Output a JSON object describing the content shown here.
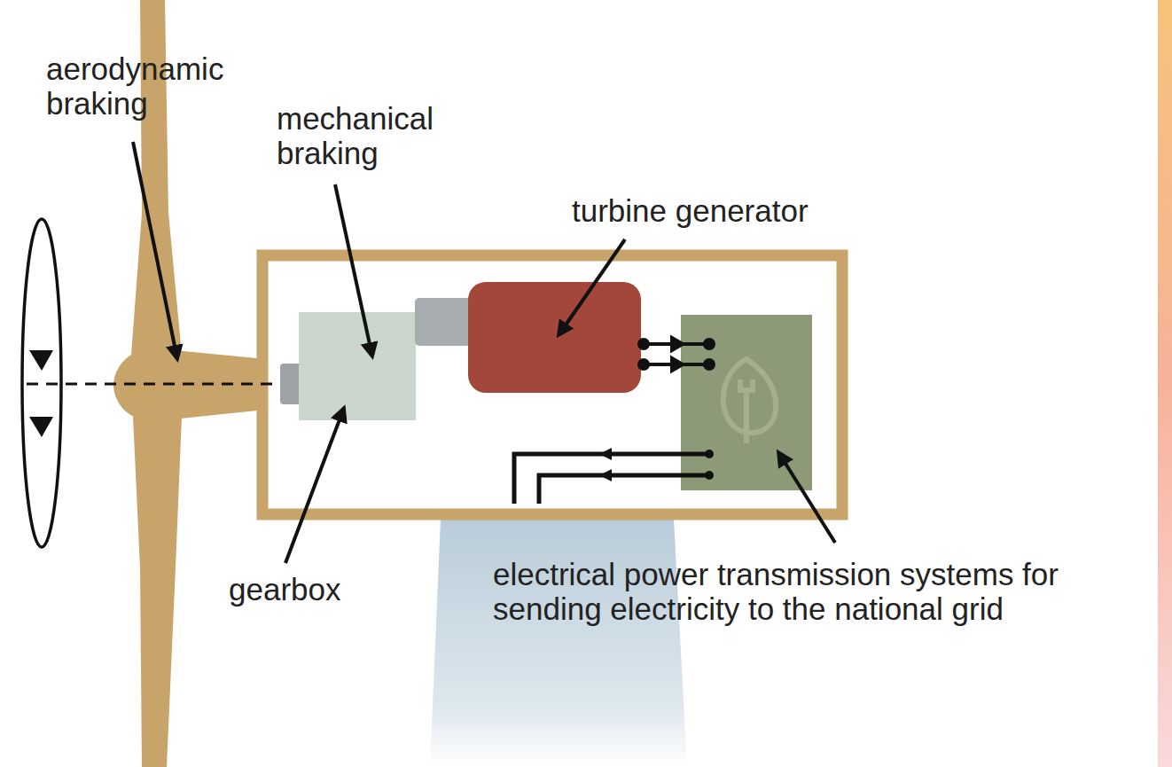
{
  "diagram": {
    "labels": [
      "aerodynamic braking",
      "mechanical braking",
      "turbine generator",
      "gearbox",
      "electrical power transmission systems for sending electricity to the national grid"
    ]
  }
}
